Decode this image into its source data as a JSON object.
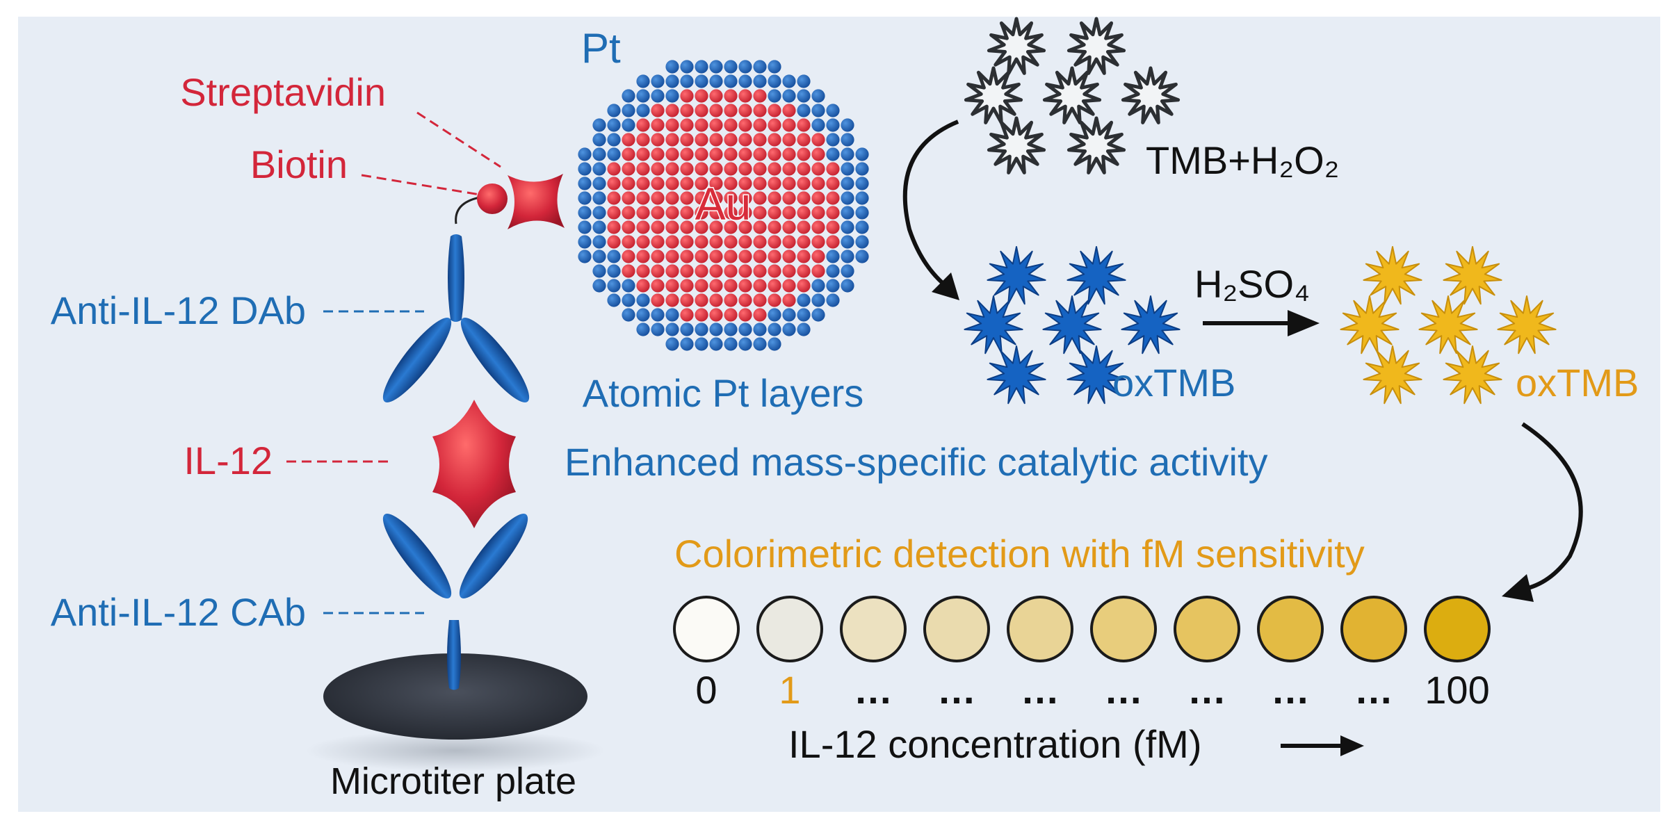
{
  "colors": {
    "panel_background": "#e7edf5",
    "red_label": "#d3263a",
    "blue_label": "#1f6db4",
    "orange_label": "#e29a18",
    "antibody_blue": "#1a5aab",
    "gold_atom": "#d82c3a",
    "platinum_atom": "#1d5fb5",
    "star_blue": "#1563c2",
    "star_yellow": "#f0b81c",
    "plate_dark": "#2d323c"
  },
  "labels": {
    "streptavidin": "Streptavidin",
    "biotin": "Biotin",
    "anti_dab": "Anti-IL-12 DAb",
    "il12": "IL-12",
    "anti_cab": "Anti-IL-12 CAb",
    "plate": "Microtiter plate",
    "pt": "Pt",
    "au": "Au",
    "atomic_pt_layers": "Atomic Pt layers",
    "enhanced_activity": "Enhanced mass-specific catalytic activity",
    "tmb_h2o2": "TMB+H₂O₂",
    "h2so4": "H₂SO₄",
    "oxtmb_blue": "oxTMB",
    "oxtmb_yellow": "oxTMB",
    "colorimetric": "Colorimetric detection with fM sensitivity",
    "concentration_axis": "IL-12 concentration (fM)"
  },
  "concentration_scale": {
    "well_colors": [
      "#fbfaf6",
      "#eae9e1",
      "#ece1c0",
      "#eadbae",
      "#e9d496",
      "#e8cd7c",
      "#e6c460",
      "#e3bb44",
      "#e1b332",
      "#dcad10"
    ],
    "tick_labels": [
      "0",
      "1",
      "…",
      "…",
      "…",
      "…",
      "…",
      "…",
      "…",
      "100"
    ],
    "highlighted_tick_index": 1
  },
  "icons": {
    "reaction_arrow": "right-arrow-icon",
    "process_arrow": "curved-arrow-icon",
    "substrate_molecule": "star-molecule-icon"
  }
}
